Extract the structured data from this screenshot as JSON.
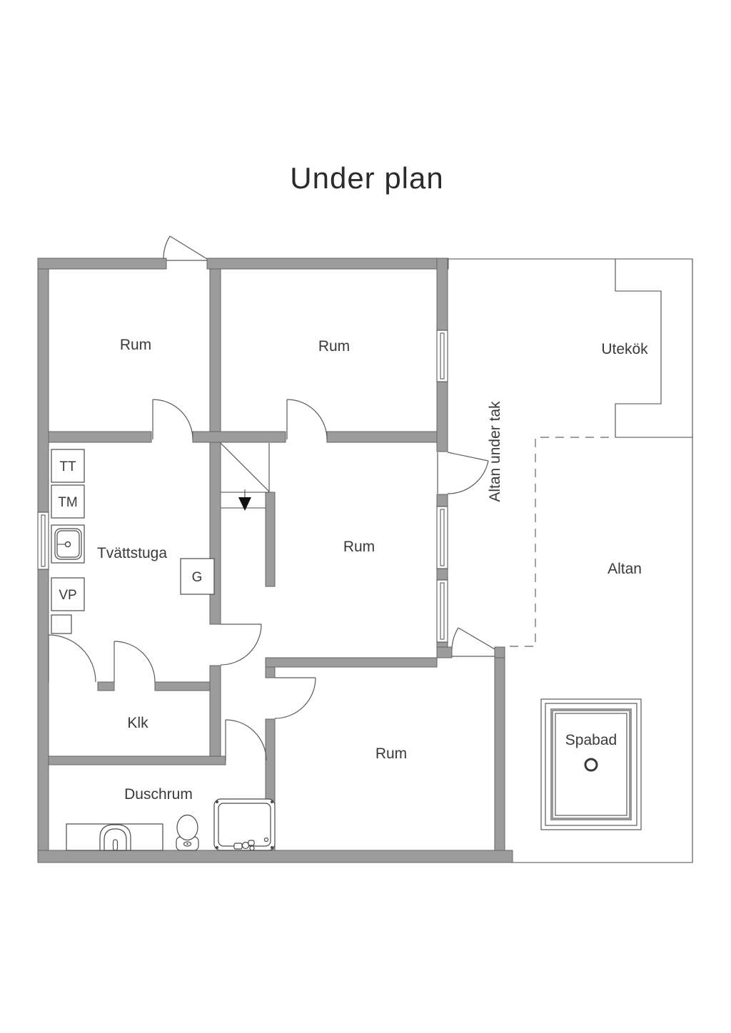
{
  "title": "Under plan",
  "rooms": {
    "rum_top_left": "Rum",
    "rum_top_middle": "Rum",
    "utekok": "Utekök",
    "altan_under_tak": "Altan under tak",
    "rum_middle": "Rum",
    "tvattstuga": "Tvättstuga",
    "altan": "Altan",
    "klk": "Klk",
    "rum_bottom": "Rum",
    "duschrum": "Duschrum",
    "spabad": "Spabad"
  },
  "fixtures": {
    "tt": "TT",
    "tm": "TM",
    "vp": "VP",
    "g": "G"
  },
  "colors": {
    "wall": "#9c9c9c",
    "line": "#4a4a4a",
    "text": "#3a3a3a",
    "background": "#ffffff"
  }
}
